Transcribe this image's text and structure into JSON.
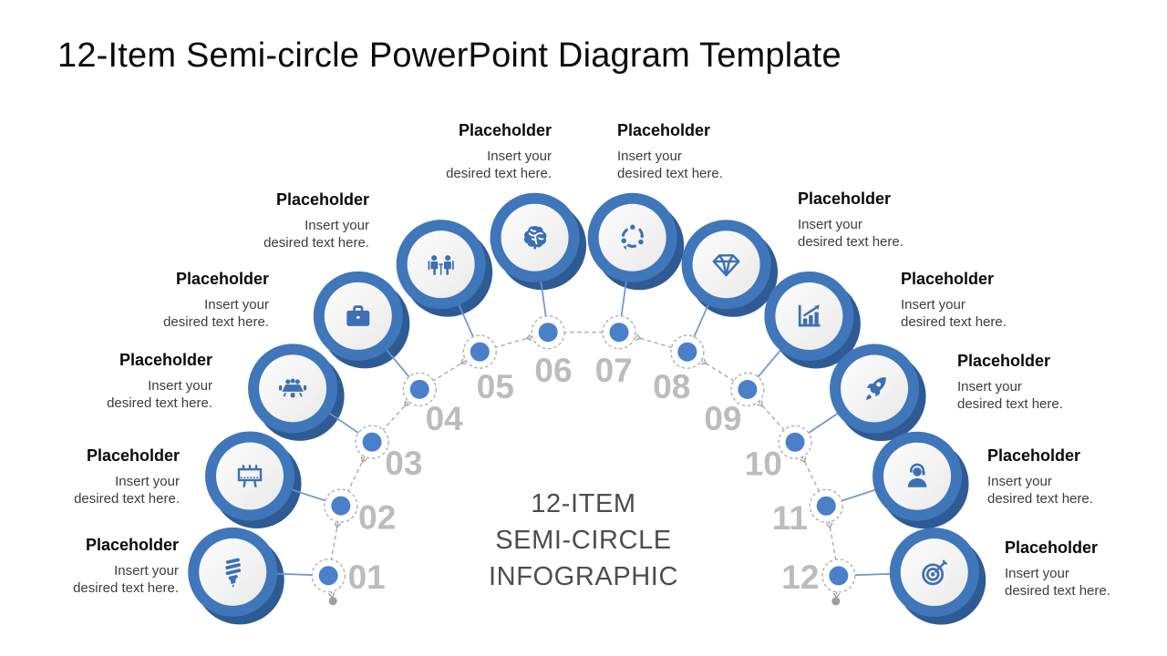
{
  "slide": {
    "title": "12-Item Semi-circle PowerPoint Diagram Template",
    "center_label": "12-ITEM\nSEMI-CIRCLE\nINFOGRAPHIC"
  },
  "colors": {
    "ring_blue": "#4076ba",
    "shadow_blue": "#2e5b94",
    "dot_blue": "#4a80c9",
    "icon_blue": "#3d6fb4",
    "line_blue": "#6b96cf",
    "number_gray": "#bcbcbc",
    "dash_gray": "#ababab",
    "terminal_gray": "#9e9e9e"
  },
  "items": [
    {
      "number": "01",
      "icon": "cfl-bulb-icon",
      "title": "Placeholder",
      "body": "Insert your\ndesired text here."
    },
    {
      "number": "02",
      "icon": "billboard-icon",
      "title": "Placeholder",
      "body": "Insert your\ndesired text here."
    },
    {
      "number": "03",
      "icon": "conference-table-icon",
      "title": "Placeholder",
      "body": "Insert your\ndesired text here."
    },
    {
      "number": "04",
      "icon": "briefcase-icon",
      "title": "Placeholder",
      "body": "Insert your\ndesired text here."
    },
    {
      "number": "05",
      "icon": "meeting-icon",
      "title": "Placeholder",
      "body": "Insert your\ndesired text here."
    },
    {
      "number": "06",
      "icon": "brain-icon",
      "title": "Placeholder",
      "body": "Insert your\ndesired text here."
    },
    {
      "number": "07",
      "icon": "cycle-arrows-icon",
      "title": "Placeholder",
      "body": "Insert your\ndesired text here."
    },
    {
      "number": "08",
      "icon": "diamond-icon",
      "title": "Placeholder",
      "body": "Insert your\ndesired text here."
    },
    {
      "number": "09",
      "icon": "bar-chart-growth-icon",
      "title": "Placeholder",
      "body": "Insert your\ndesired text here."
    },
    {
      "number": "10",
      "icon": "rocket-icon",
      "title": "Placeholder",
      "body": "Insert your\ndesired text here."
    },
    {
      "number": "11",
      "icon": "support-agent-icon",
      "title": "Placeholder",
      "body": "Insert your\ndesired text here."
    },
    {
      "number": "12",
      "icon": "target-arrow-icon",
      "title": "Placeholder",
      "body": "Insert your\ndesired text here."
    }
  ]
}
